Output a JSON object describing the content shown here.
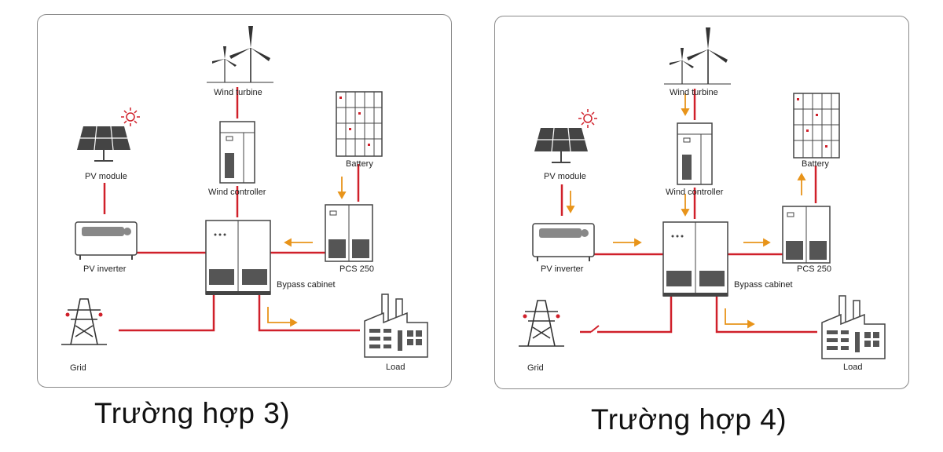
{
  "cases": [
    {
      "caption": "Trường hợp 3)",
      "labels": {
        "wind_turbine": "Wind turbine",
        "pv_module": "PV module",
        "wind_controller": "Wind controller",
        "battery": "Battery",
        "pv_inverter": "PV inverter",
        "pcs": "PCS 250",
        "bypass_cabinet": "Bypass cabinet",
        "grid": "Grid",
        "load": "Load"
      }
    },
    {
      "caption": "Trường hợp 4)",
      "labels": {
        "wind_turbine": "Wind turbine",
        "pv_module": "PV module",
        "wind_controller": "Wind controller",
        "battery": "Battery",
        "pv_inverter": "PV inverter",
        "pcs": "PCS 250",
        "bypass_cabinet": "Bypass cabinet",
        "grid": "Grid",
        "load": "Load"
      }
    }
  ],
  "colors": {
    "line": "#d0202a",
    "arrow": "#e8941a",
    "device": "#444444"
  }
}
